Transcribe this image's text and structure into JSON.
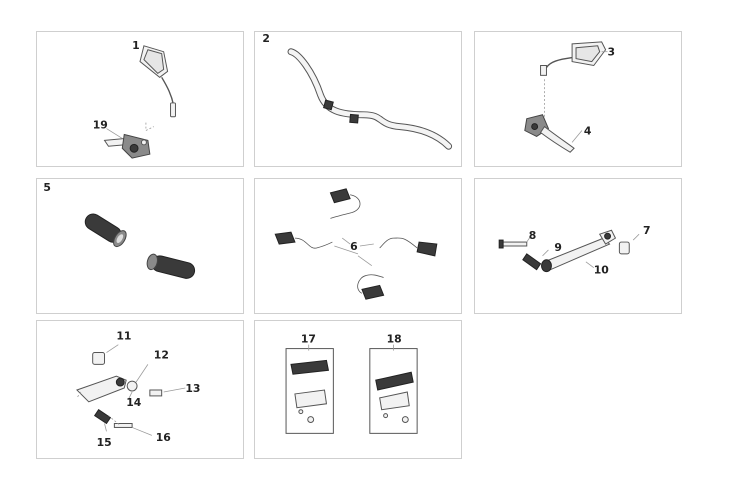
{
  "panels": [
    {
      "id": "mirror-left",
      "labels": [
        "1",
        "19"
      ]
    },
    {
      "id": "handlebar",
      "labels": [
        "2"
      ]
    },
    {
      "id": "mirror-right-lever",
      "labels": [
        "3",
        "4"
      ]
    },
    {
      "id": "grips",
      "labels": [
        "5"
      ]
    },
    {
      "id": "indicators",
      "labels": [
        "6"
      ]
    },
    {
      "id": "gear-lever",
      "labels": [
        "7",
        "8",
        "9",
        "10"
      ]
    },
    {
      "id": "brake-lever",
      "labels": [
        "11",
        "12",
        "13",
        "14",
        "15",
        "16"
      ]
    },
    {
      "id": "footpegs",
      "labels": [
        "17",
        "18"
      ]
    }
  ],
  "labels": {
    "l1": "1",
    "l2": "2",
    "l3": "3",
    "l4": "4",
    "l5": "5",
    "l6": "6",
    "l7": "7",
    "l8": "8",
    "l9": "9",
    "l10": "10",
    "l11": "11",
    "l12": "12",
    "l13": "13",
    "l14": "14",
    "l15": "15",
    "l16": "16",
    "l17": "17",
    "l18": "18",
    "l19": "19"
  }
}
